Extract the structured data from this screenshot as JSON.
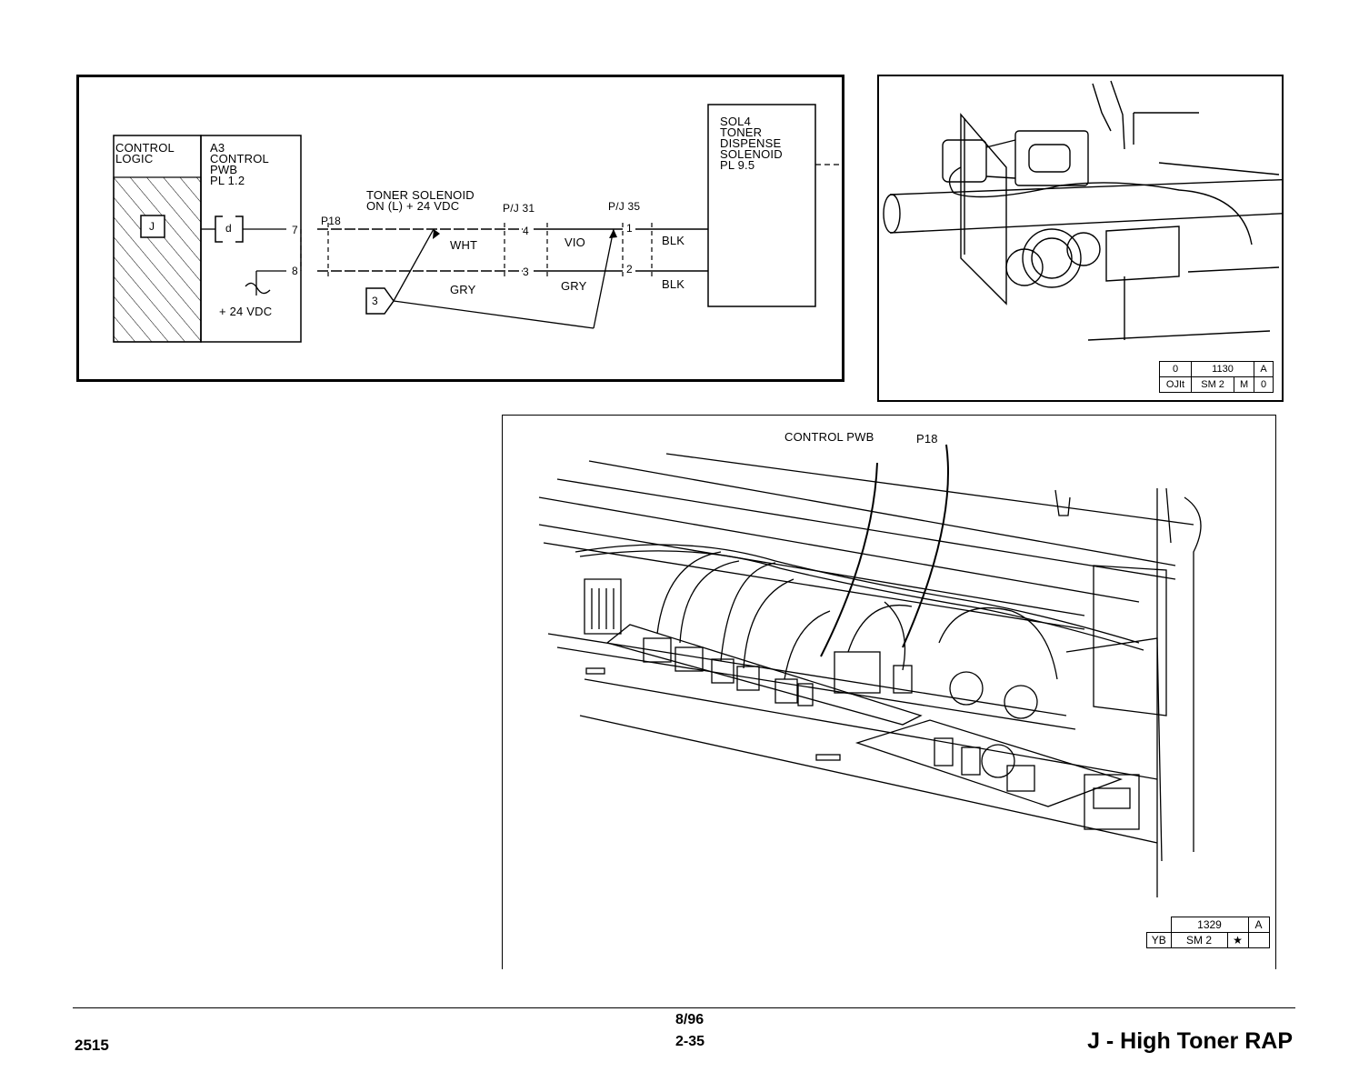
{
  "schematic": {
    "control_logic": "CONTROL\nLOGIC",
    "board": "A3\nCONTROL\nPWB\nPL 1.2",
    "ref_j": "J",
    "ref_d": "d",
    "pin7": "7",
    "pin8": "8",
    "supply": "+ 24 VDC",
    "p18": "P18",
    "signal": "TONER SOLENOID\nON (L) + 24 VDC",
    "pj31": "P/J 31",
    "pj35": "P/J 35",
    "pin4": "4",
    "pin3": "3",
    "pin1": "1",
    "pin2": "2",
    "wire_wht": "WHT",
    "wire_gry1": "GRY",
    "wire_vio": "VIO",
    "wire_gry2": "GRY",
    "wire_blk1": "BLK",
    "wire_blk2": "BLK",
    "flag": "3",
    "solenoid": "SOL4\nTONER\nDISPENSE\nSOLENOID\nPL 9.5"
  },
  "illus_top": {
    "title_row1": [
      "0",
      "1130",
      "A"
    ],
    "title_row2": [
      "OJIt",
      "SM 2",
      "M",
      "0"
    ]
  },
  "illus_bottom": {
    "label_pwb": "CONTROL PWB",
    "label_p18": "P18",
    "title_row1": [
      "1329",
      "A"
    ],
    "title_row2": [
      "YB",
      "SM 2",
      "★",
      ""
    ]
  },
  "footer": {
    "doc_number": "2515",
    "date": "8/96",
    "page": "2-35",
    "title": "J - High Toner RAP"
  }
}
